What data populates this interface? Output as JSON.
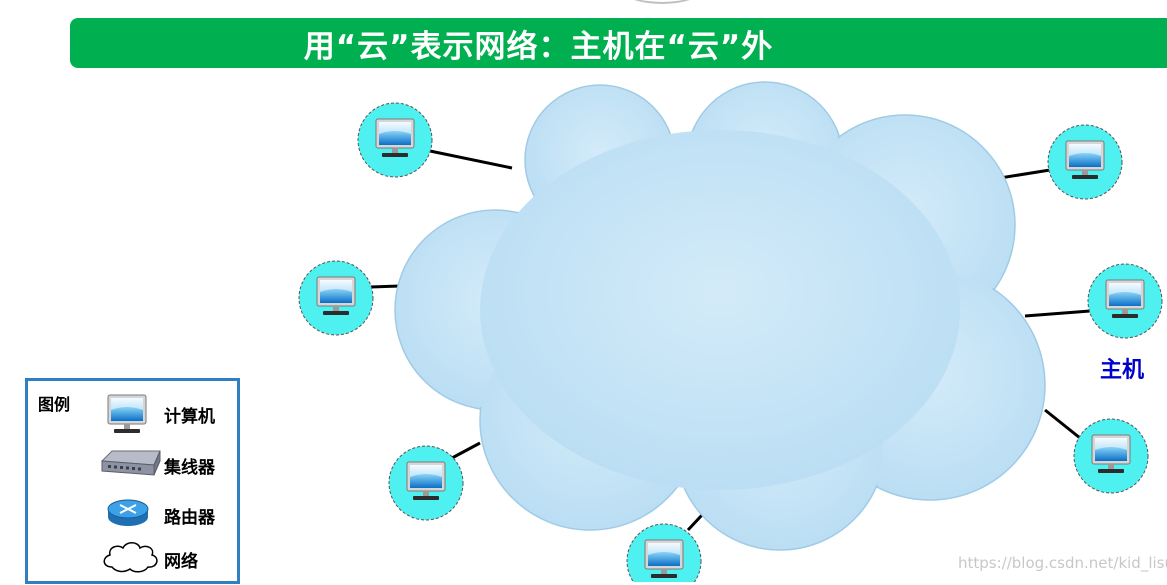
{
  "title": "用“云”表示网络：主机在“云”外",
  "host_label": "主机",
  "legend": {
    "title": "图例",
    "items": [
      {
        "label": "计算机",
        "icon": "computer-icon"
      },
      {
        "label": "集线器",
        "icon": "hub-icon"
      },
      {
        "label": "路由器",
        "icon": "router-icon"
      },
      {
        "label": "网络",
        "icon": "cloud-icon"
      }
    ]
  },
  "watermark": "https://blog.csdn.net/kid_lisu",
  "colors": {
    "title_bar": "#00b050",
    "cloud_fill": "#c5e4f6",
    "host_circle": "#4ff0f0",
    "legend_border": "#2f7fc1",
    "host_label": "#0000cc"
  }
}
